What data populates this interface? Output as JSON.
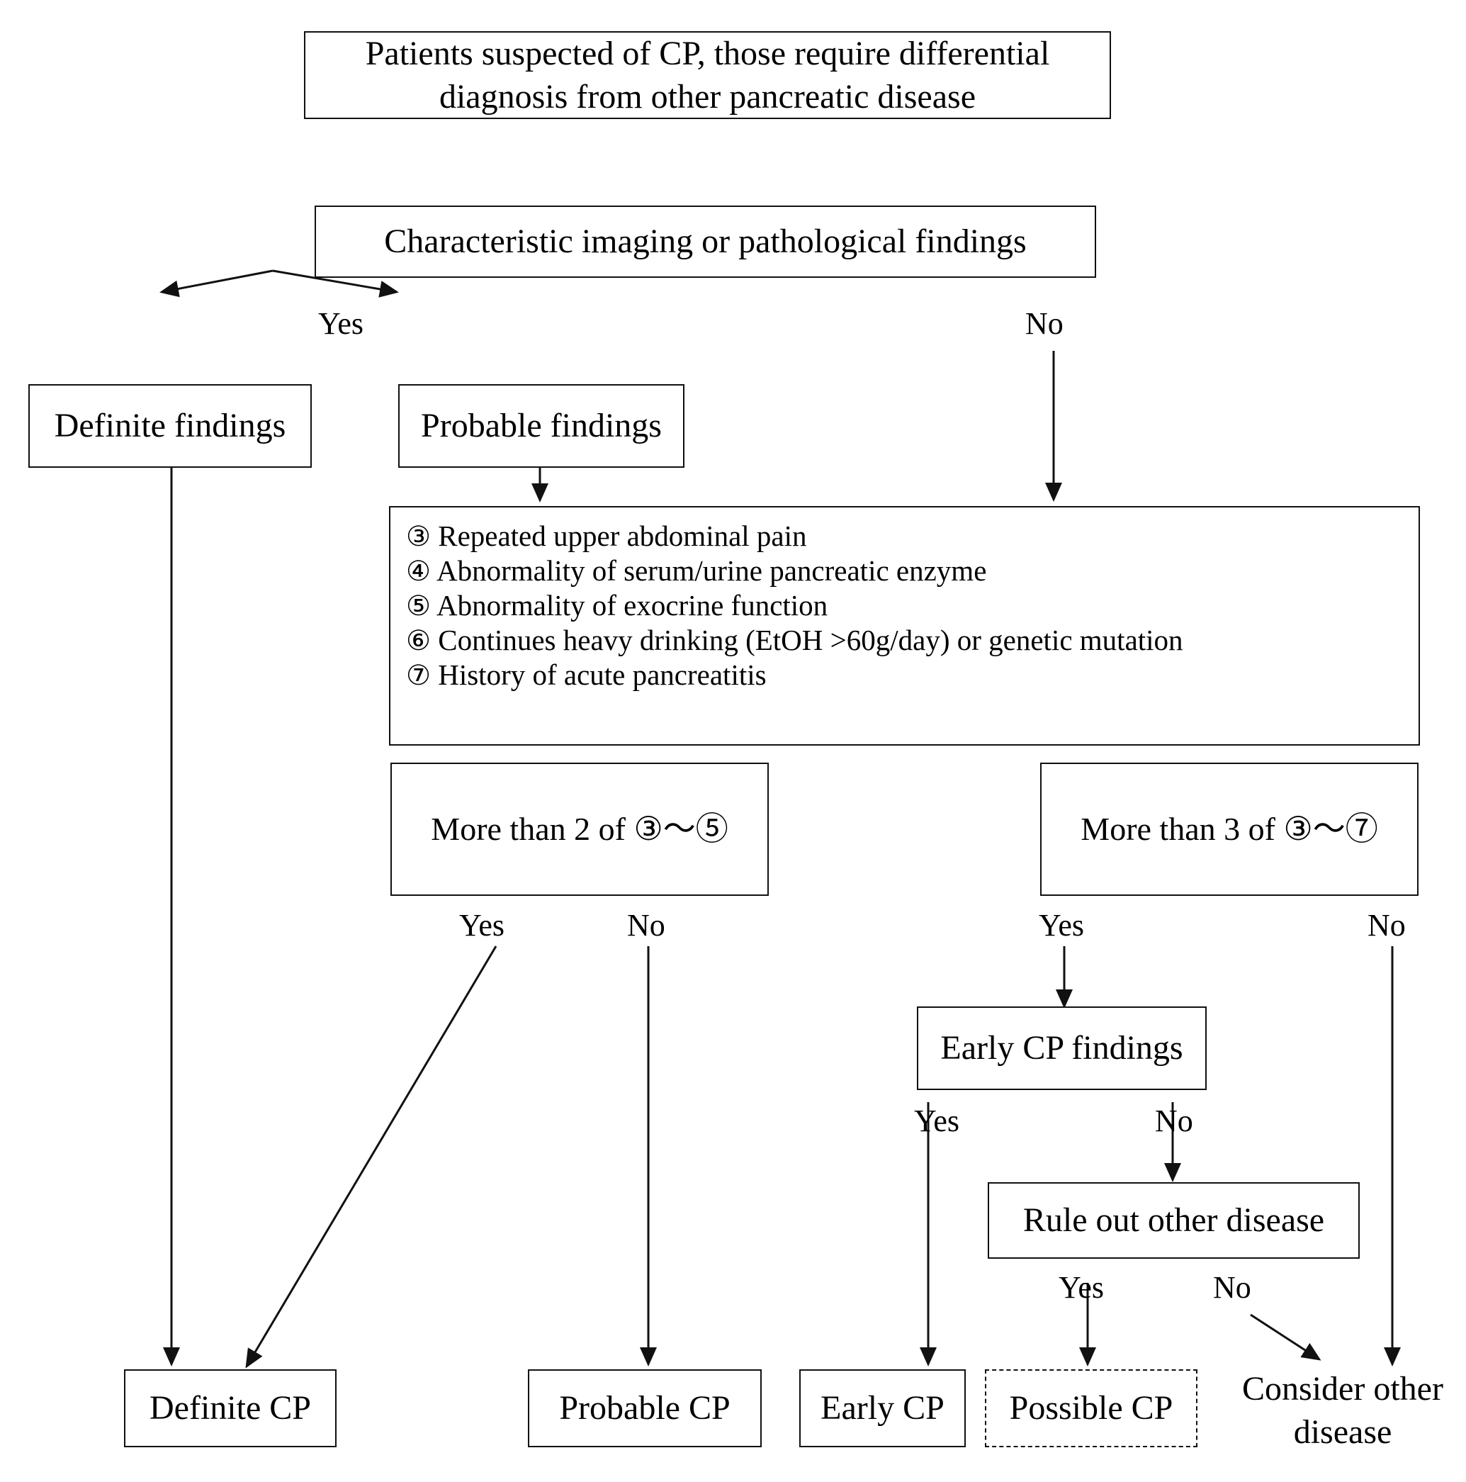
{
  "diagram": {
    "title": "Diagnostic algorithm for chronic pancreatitis (CP)",
    "nodes": {
      "start": "Patients suspected of  CP, those require differential\ndiagnosis from other pancreatic disease",
      "imaging": "Characteristic imaging or pathological findings",
      "definite_findings": "Definite findings",
      "probable_findings": "Probable findings",
      "more_than_2": "More than 2 of ③〜⑤",
      "more_than_3": "More than 3 of ③〜⑦",
      "early_cp_findings": "Early CP findings",
      "rule_out": "Rule out other disease",
      "definite_cp": "Definite CP",
      "probable_cp": "Probable CP",
      "early_cp": "Early CP",
      "possible_cp": "Possible CP",
      "consider_other": "Consider other\ndisease"
    },
    "criteria": [
      {
        "marker": "③",
        "text": "Repeated upper abdominal pain"
      },
      {
        "marker": "④",
        "text": "Abnormality of serum/urine pancreatic enzyme"
      },
      {
        "marker": "⑤",
        "text": "Abnormality of exocrine function"
      },
      {
        "marker": "⑥",
        "text": "Continues heavy drinking (EtOH >60g/day) or genetic mutation"
      },
      {
        "marker": "⑦",
        "text": "History of acute pancreatitis"
      }
    ],
    "edge_labels": {
      "imaging_yes": "Yes",
      "imaging_no": "No",
      "mt2_yes": "Yes",
      "mt2_no": "No",
      "mt3_yes": "Yes",
      "mt3_no": "No",
      "earlycp_yes": "Yes",
      "earlycp_no": "No",
      "ruleout_yes": "Yes",
      "ruleout_no": "No"
    },
    "colors": {
      "stroke": "#111111",
      "background": "#ffffff",
      "text": "#000000"
    }
  }
}
